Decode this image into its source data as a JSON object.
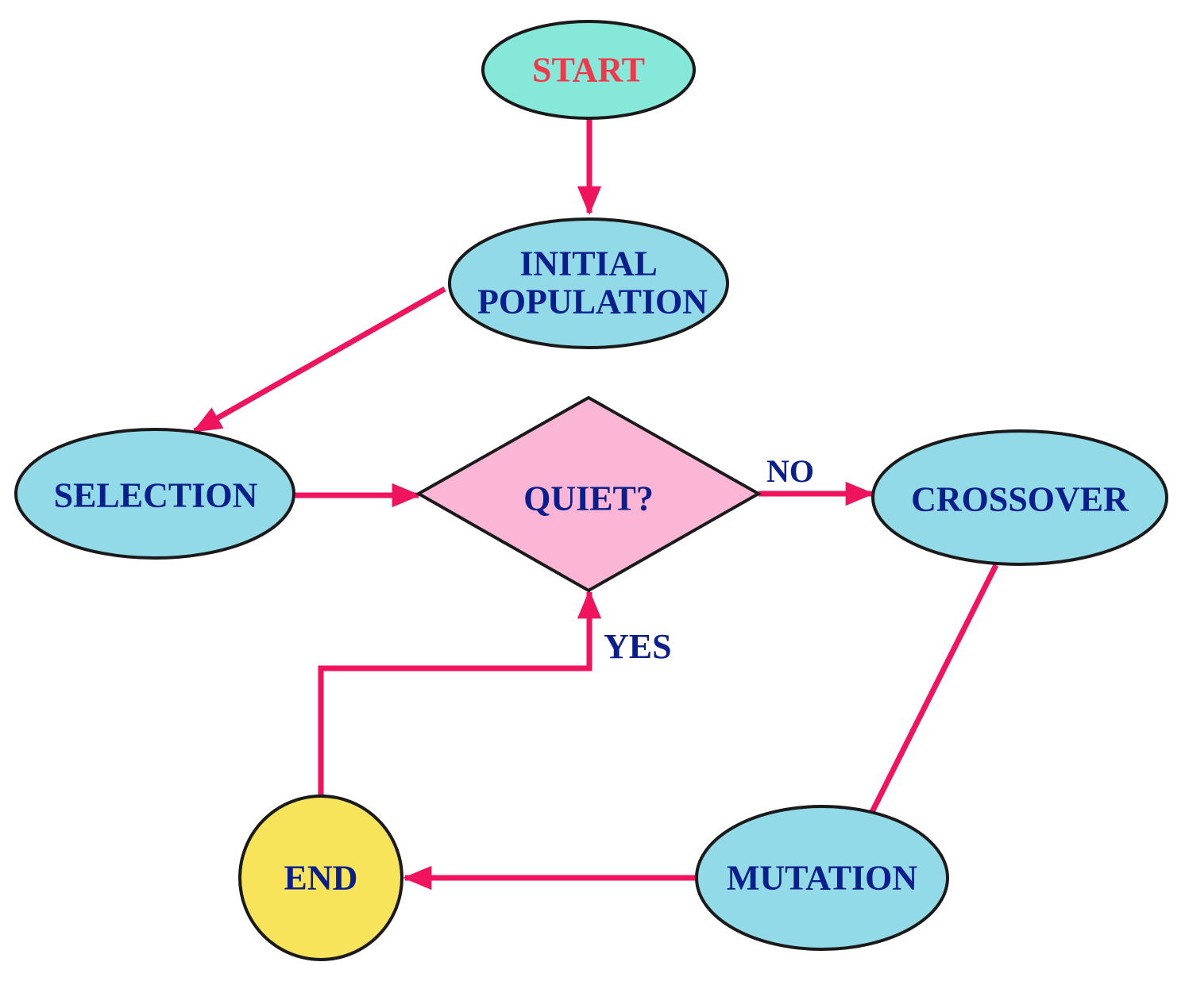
{
  "nodes": {
    "start": {
      "text": "START",
      "fill": "#86e8d8",
      "text_color": "#f0384a"
    },
    "initial_population": {
      "line1": "INITIAL",
      "line2": "POPULATION",
      "fill": "#92dae8",
      "text_color": "#0a1e8c"
    },
    "selection": {
      "text": "SELECTION",
      "fill": "#92dae8",
      "text_color": "#0a1e8c"
    },
    "quiet": {
      "text": "QUIET?",
      "fill": "#fbb6d6",
      "text_color": "#0a1e8c"
    },
    "crossover": {
      "text": "CROSSOVER",
      "fill": "#92dae8",
      "text_color": "#0a1e8c"
    },
    "mutation": {
      "text": "MUTATION",
      "fill": "#92dae8",
      "text_color": "#0a1e8c"
    },
    "end": {
      "text": "END",
      "fill": "#f8e45a",
      "text_color": "#0a1e8c"
    }
  },
  "edge_labels": {
    "no": "NO",
    "yes": "YES"
  },
  "colors": {
    "arrow": "#f0145e",
    "outline": "#1a1a1a",
    "label": "#0a1e8c"
  }
}
